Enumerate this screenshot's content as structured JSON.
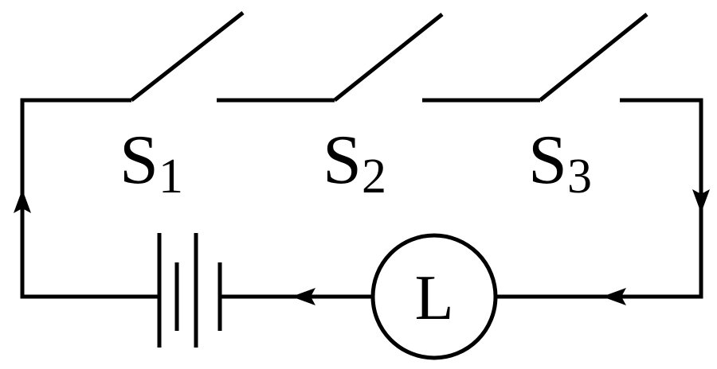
{
  "switches": [
    {
      "letter": "S",
      "index": "1"
    },
    {
      "letter": "S",
      "index": "2"
    },
    {
      "letter": "S",
      "index": "3"
    }
  ],
  "lamp": {
    "label": "L"
  },
  "colors": {
    "line": "#000000",
    "background": "#ffffff"
  }
}
